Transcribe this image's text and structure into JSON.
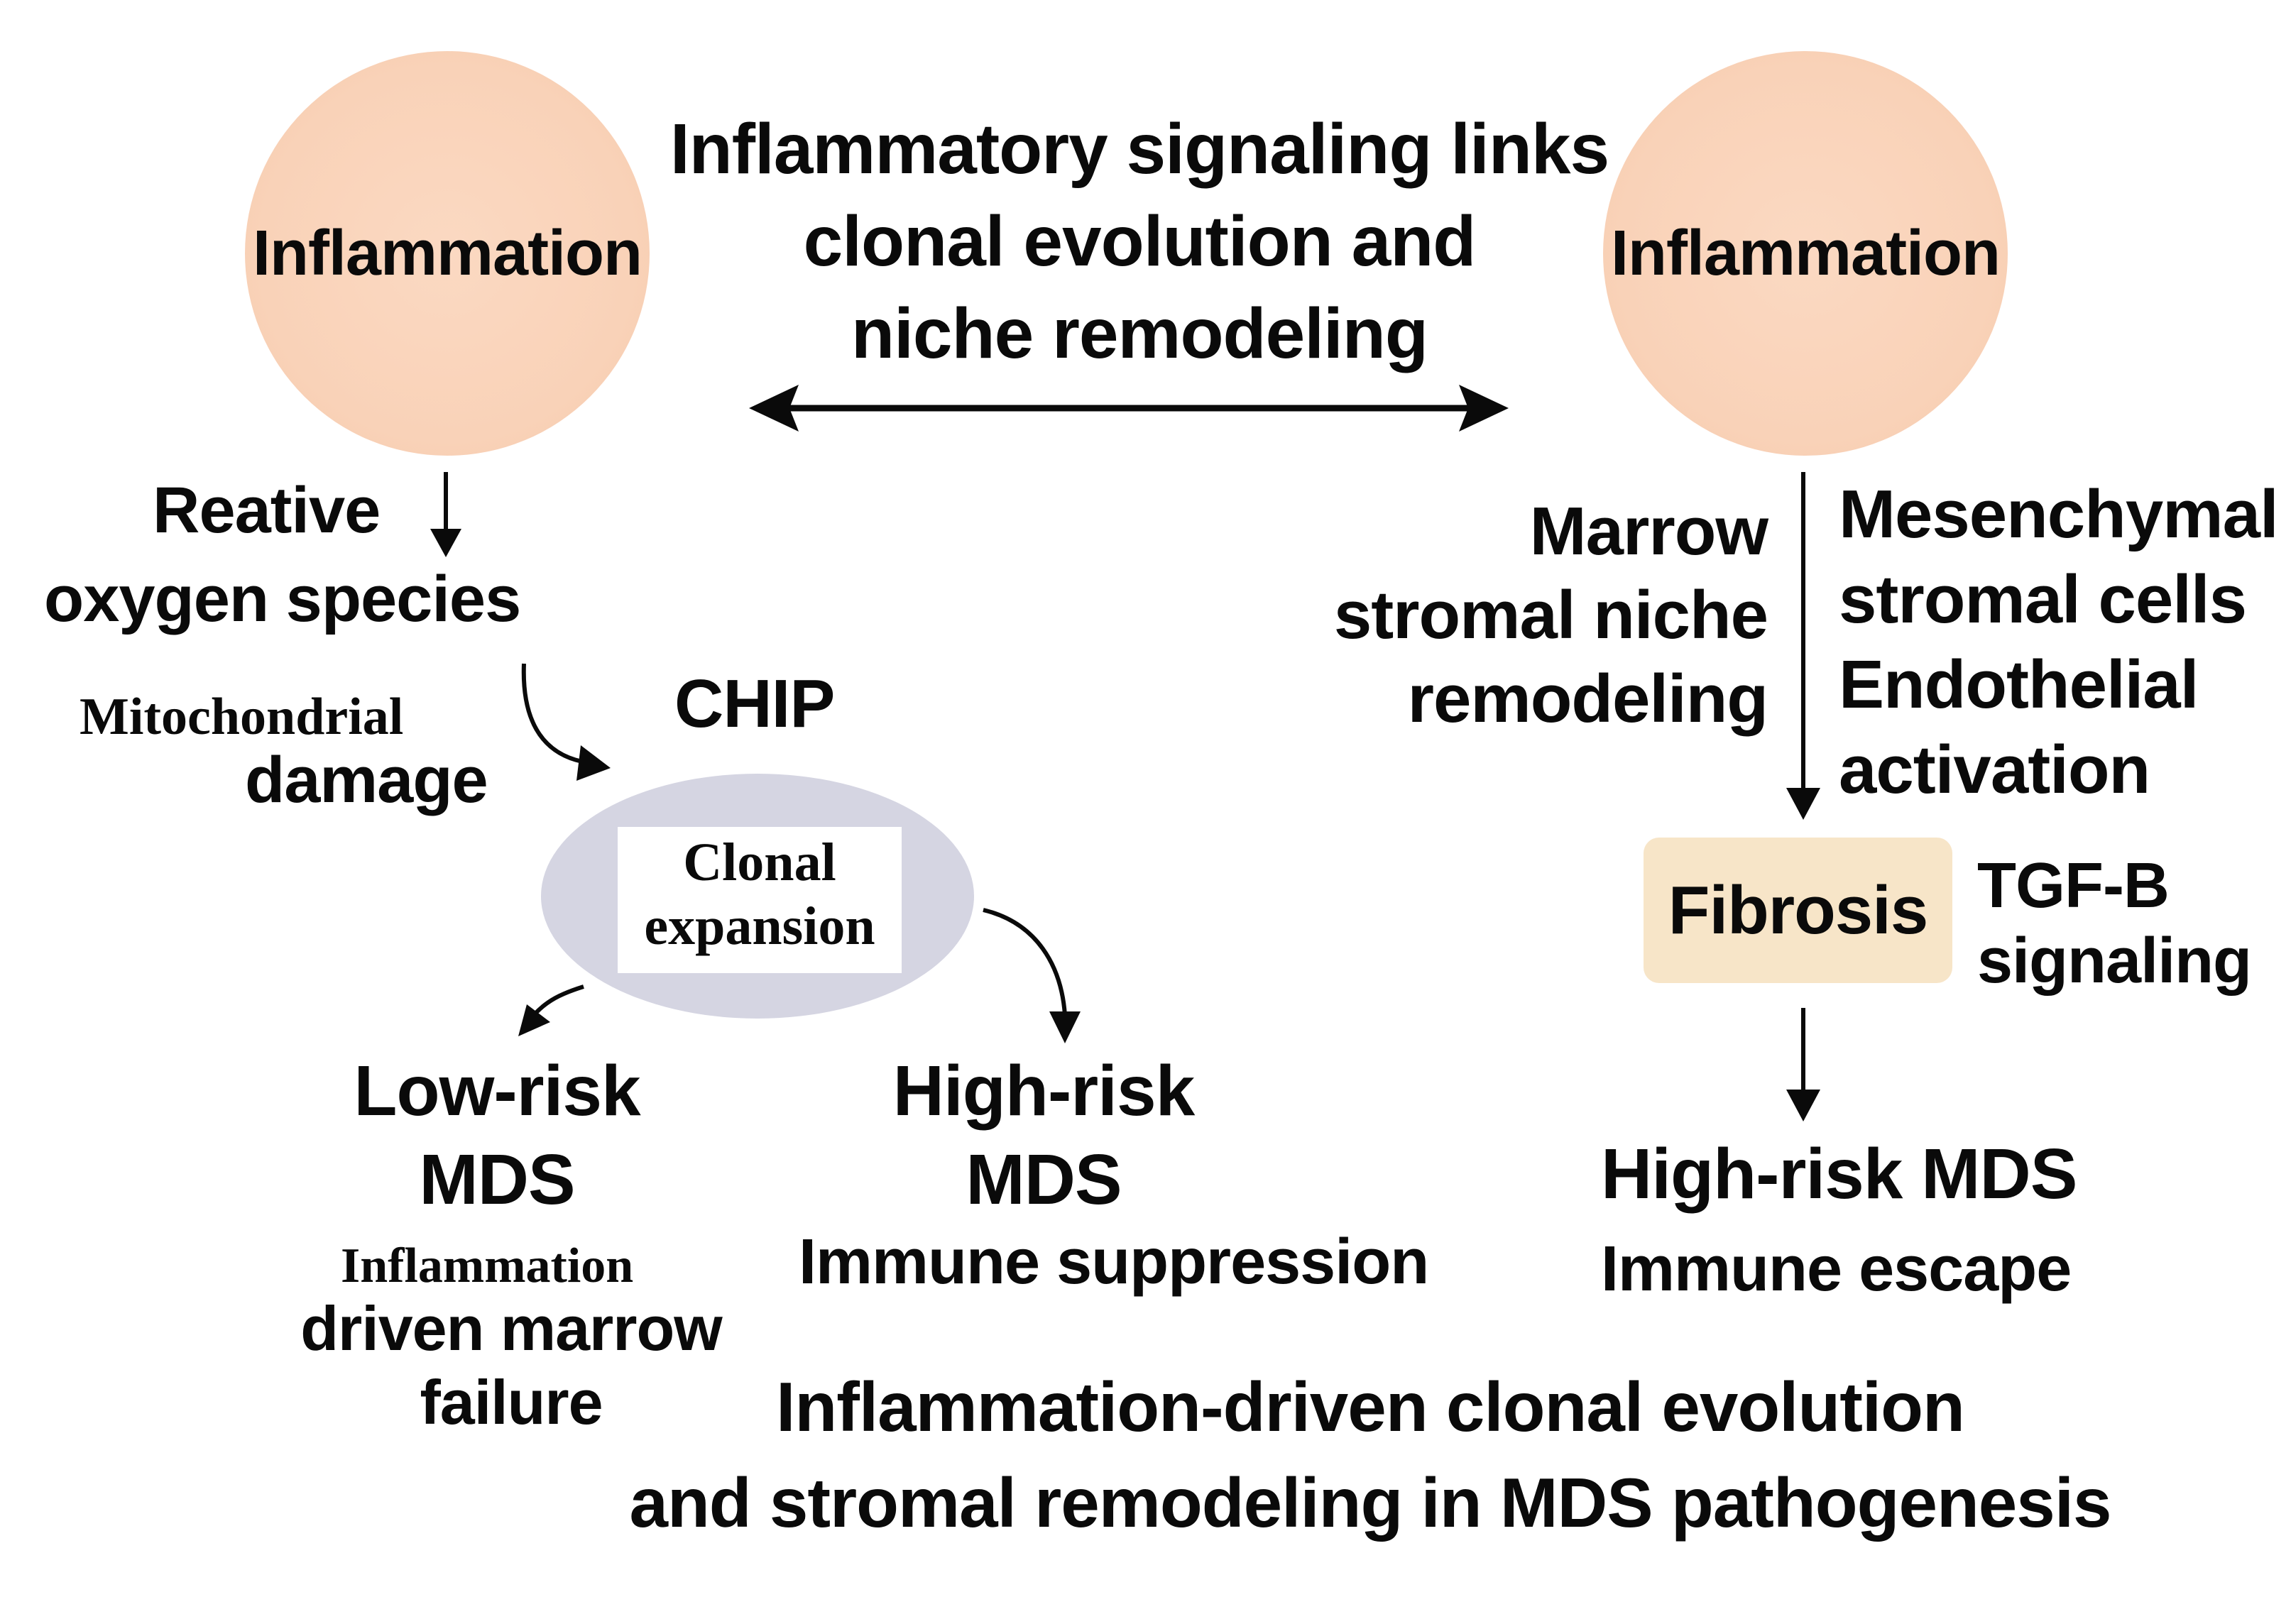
{
  "top": {
    "left_circle": "Inflammation",
    "right_circle": "Inflammation",
    "title_lines": [
      "Inflammatory signaling links",
      "clonal evolution and",
      "niche remodeling"
    ]
  },
  "left": {
    "ros_lines": [
      "Reative",
      "oxygen species"
    ],
    "mito_line1": "Mitochondrial",
    "mito_line2": "damage",
    "chip": "CHIP",
    "clonal_lines": [
      "Clonal",
      "expansion"
    ],
    "low_risk_lines": [
      "Low-risk",
      "MDS"
    ],
    "low_sub_serif": "Inflammation",
    "low_sub_lines": [
      "driven marrow",
      "failure"
    ],
    "high_risk_lines": [
      "High-risk",
      "MDS"
    ],
    "high_sub": "Immune suppression"
  },
  "right": {
    "marrow_lines": [
      "Marrow",
      "stromal niche",
      "remodeling"
    ],
    "mesen_lines": [
      "Mesenchymal",
      "stromal cells",
      "Endothelial",
      "activation"
    ],
    "fibrosis": "Fibrosis",
    "tgf_lines": [
      "TGF-B",
      "signaling"
    ],
    "high_risk": "High-risk MDS",
    "immune_escape": "Immune escape"
  },
  "footer": {
    "lines": [
      "Inflammation-driven clonal evolution",
      "and stromal remodeling in MDS pathogenesis"
    ]
  },
  "colors": {
    "circle_fill": "#f9d2b8",
    "ellipse_fill": "#d5d5e2",
    "fibrosis_fill": "#f7e5c8",
    "text": "#0a0a0a"
  }
}
